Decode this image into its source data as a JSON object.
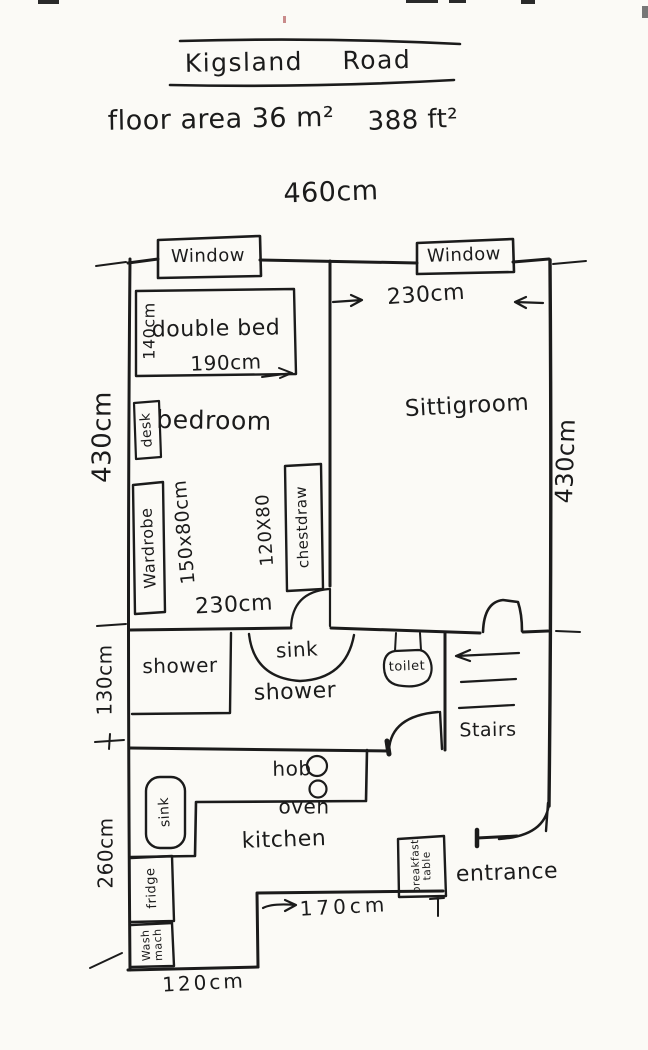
{
  "colors": {
    "ink": "#1b1b1b",
    "paper": "#fbfaf6"
  },
  "header": {
    "title": "Kigsland Road",
    "area_metric": "floor area 36 m²",
    "area_imperial": "388 ft²"
  },
  "dims": {
    "top_width": "460cm",
    "sitting_width": "230cm",
    "left_height": "430cm",
    "right_height": "430cm",
    "bed_width": "140cm",
    "bed_length": "190cm",
    "wardrobe_size": "150x80cm",
    "chest_size": "120X80",
    "bedroom_width": "230cm",
    "bathroom_height": "130cm",
    "kitchen_height": "260cm",
    "hall_width": "170cm",
    "bottom_width": "120cm"
  },
  "rooms": {
    "bedroom": "bedroom",
    "sitting_room": "Sittigroom",
    "shower_room": "shower",
    "kitchen": "kitchen",
    "stairs": "Stairs",
    "entrance": "entrance"
  },
  "fixtures": {
    "window_left": "Window",
    "window_right": "Window",
    "double_bed": "double bed",
    "desk": "desk",
    "wardrobe": "Wardrobe",
    "chest_of_drawers": "chestdraw",
    "shower": "shower",
    "bathroom_sink": "sink",
    "toilet": "toilet",
    "hob": "hob",
    "oven": "oven",
    "kitchen_sink": "sink",
    "fridge": "fridge",
    "washing_machine_line1": "Wash",
    "washing_machine_line2": "mach",
    "breakfast_table_line1": "breakfast",
    "breakfast_table_line2": "table"
  }
}
